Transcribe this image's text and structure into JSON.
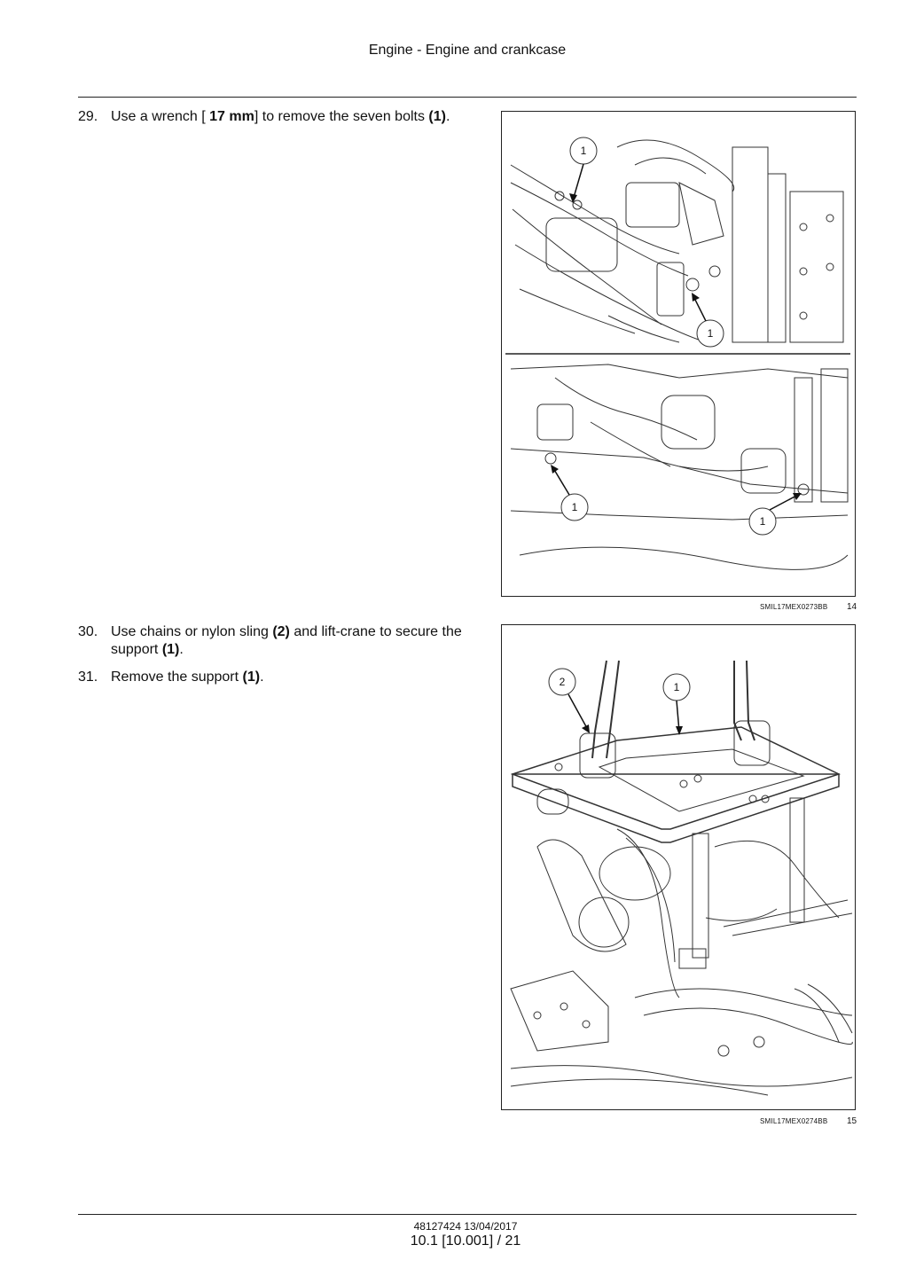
{
  "header": {
    "title": "Engine - Engine and crankcase"
  },
  "steps": [
    {
      "number": "29.",
      "parts": [
        "Use a wrench [ ",
        "17 mm",
        "] to remove the seven bolts ",
        "(1)",
        "."
      ]
    },
    {
      "number": "30.",
      "parts": [
        "Use chains or nylon sling ",
        "(2)",
        " and lift-crane to secure the support ",
        "(1)",
        "."
      ]
    },
    {
      "number": "31.",
      "parts": [
        "Remove the support ",
        "(1)",
        "."
      ]
    }
  ],
  "figures": [
    {
      "code": "SMIL17MEX0273BB",
      "number": "14",
      "callouts": [
        "1",
        "1",
        "1",
        "1"
      ]
    },
    {
      "code": "SMIL17MEX0274BB",
      "number": "15",
      "callouts": [
        "2",
        "1"
      ]
    }
  ],
  "footer": {
    "doc_ref": "48127424 13/04/2017",
    "page_ref": "10.1 [10.001] / 21"
  }
}
